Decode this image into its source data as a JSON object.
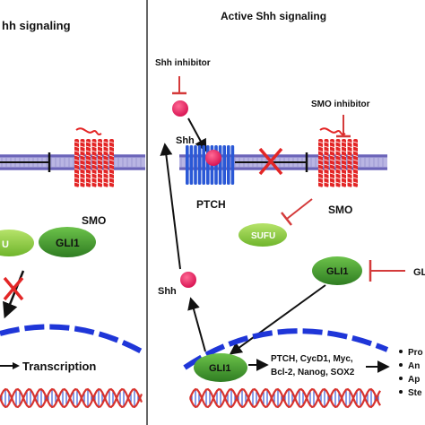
{
  "left_panel": {
    "title": "hh signaling",
    "smo_label": "SMO",
    "gli1_label": "GLI1",
    "sufu_partial": "U",
    "transcription_label": "Transcription"
  },
  "right_panel": {
    "title": "Active Shh signaling",
    "shh_inhibitor_label": "Shh inhibitor",
    "smo_inhibitor_label": "SMO inhibitor",
    "shh_top_label": "Shh",
    "ptch_label": "PTCH",
    "smo_label": "SMO",
    "sufu_label": "SUFU",
    "gli1_cyto_label": "GLI1",
    "gli_inhibitor_partial": "GL",
    "shh_released_label": "Shh",
    "gli1_nuclear_label": "GLI1",
    "target_genes_line1": "PTCH, CycD1, Myc,",
    "target_genes_line2": "Bcl-2, Nanog, SOX2",
    "outcomes": [
      "Pro",
      "An",
      "Ap",
      "Ste"
    ]
  },
  "colors": {
    "membrane": "#8d86c9",
    "receptor_red": "#e32626",
    "ptch_blue": "#2a58d6",
    "shh_pink": "#e8125a",
    "gli_green": "#3f9a2d",
    "sufu_green": "#8ccf3e",
    "nucleus_blue": "#1f36d8",
    "dna_red": "#d8332e",
    "dna_blue": "#3c5fd6",
    "inhibitor_red": "#d43a3a",
    "divider": "#333333"
  },
  "icons": [
    "inhibition-bar",
    "cross-mark",
    "arrow",
    "dna-helix"
  ]
}
